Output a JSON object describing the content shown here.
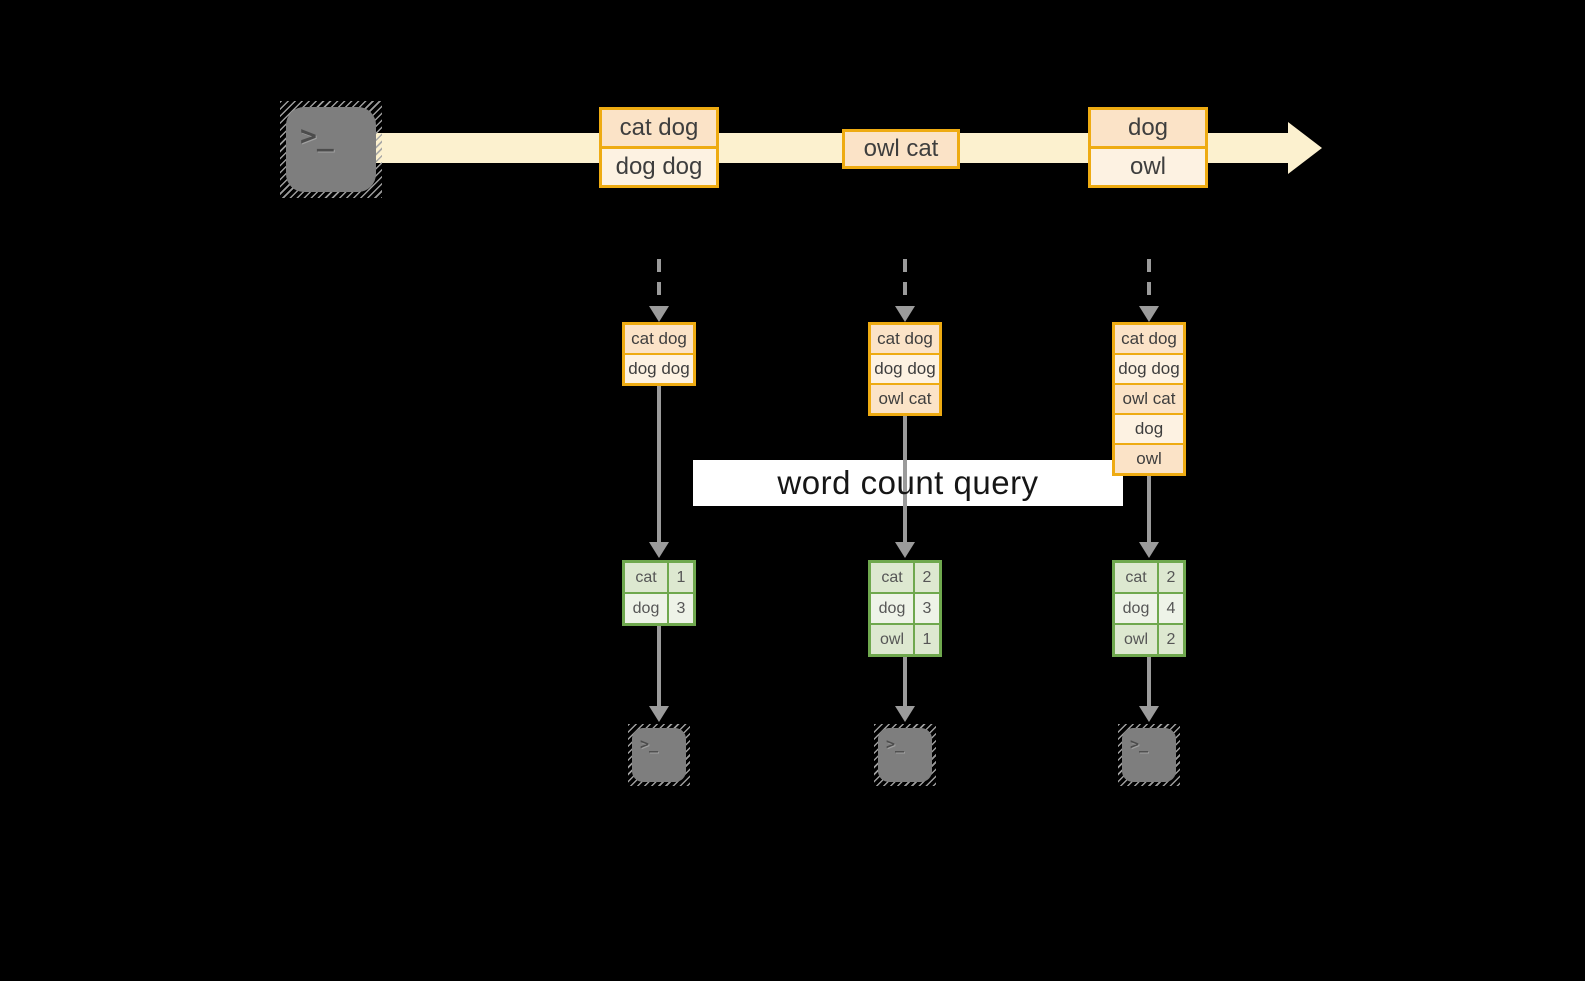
{
  "diagram": {
    "query_label": "word count query",
    "icons": {
      "terminal_glyph": ">_"
    },
    "colors": {
      "background": "#000000",
      "stream_band": "#fcf1cf",
      "box_border": "#eeab12",
      "box_fill_dark": "#fbe3c7",
      "box_fill_light": "#fdf2e2",
      "table_border": "#6fa84e",
      "table_fill_dark": "#dde8d0",
      "table_fill_light": "#eef3e8",
      "arrow_gray": "#9b9b9b",
      "terminal_gray": "#7e7e7e",
      "query_band": "#ffffff"
    },
    "stream": {
      "batches": [
        {
          "cells": [
            "cat dog",
            "dog dog"
          ]
        },
        {
          "cells": [
            "owl cat"
          ]
        },
        {
          "cells": [
            "dog",
            "owl"
          ]
        }
      ]
    },
    "columns": [
      {
        "input_stack": [
          "cat dog",
          "dog dog"
        ],
        "counts": [
          {
            "word": "cat",
            "count": "1"
          },
          {
            "word": "dog",
            "count": "3"
          }
        ]
      },
      {
        "input_stack": [
          "cat dog",
          "dog dog",
          "owl cat"
        ],
        "counts": [
          {
            "word": "cat",
            "count": "2"
          },
          {
            "word": "dog",
            "count": "3"
          },
          {
            "word": "owl",
            "count": "1"
          }
        ]
      },
      {
        "input_stack": [
          "cat dog",
          "dog dog",
          "owl cat",
          "dog",
          "owl"
        ],
        "counts": [
          {
            "word": "cat",
            "count": "2"
          },
          {
            "word": "dog",
            "count": "4"
          },
          {
            "word": "owl",
            "count": "2"
          }
        ]
      }
    ]
  }
}
